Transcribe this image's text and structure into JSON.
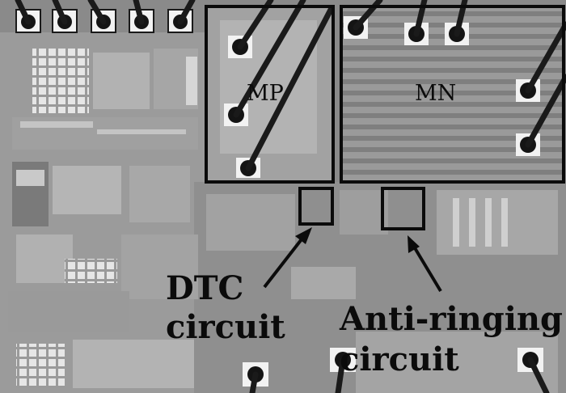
{
  "image": {
    "kind": "die-micrograph",
    "palette": {
      "die": "#8a8a8a",
      "metal": "#b8b8b8",
      "pad": "#f2f2f2",
      "wire": "#1a1a1a",
      "ink": "#0b0b0b"
    }
  },
  "labels": {
    "mp": "MP",
    "mn": "MN",
    "dtc_line1": "DTC",
    "dtc_line2": "circuit",
    "anti_line1": "Anti-ringing",
    "anti_line2": "circuit"
  }
}
